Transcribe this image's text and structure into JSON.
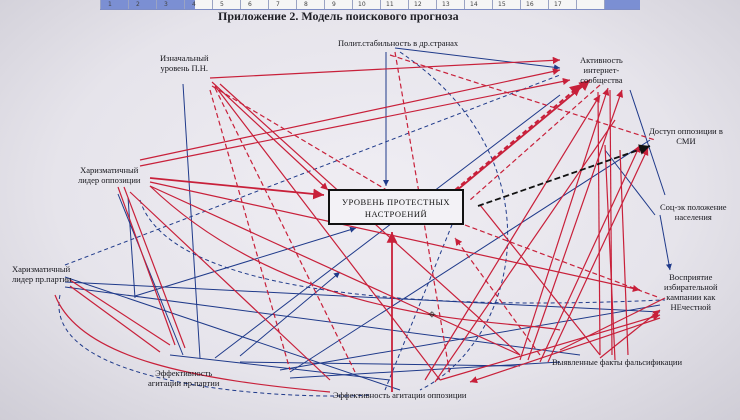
{
  "document": {
    "title": "Приложение 2. Модель поискового прогноза"
  },
  "ruler": {
    "labels": [
      "1",
      "2",
      "3",
      "4",
      "5",
      "6",
      "7",
      "8",
      "9",
      "10",
      "11",
      "12",
      "13",
      "14",
      "15",
      "16",
      "17"
    ]
  },
  "nodes": {
    "initial_level": [
      "Изначальный",
      "уровень П.Н."
    ],
    "polit_stability": "Полит.стабильность в др.странах",
    "internet_activity": [
      "Активность",
      "интернет-",
      "сообщества"
    ],
    "opposition_media": [
      "Доступ оппозиции в",
      "СМИ"
    ],
    "charismatic_opposition": [
      "Харизматичный",
      "лидер оппозиции"
    ],
    "center": [
      "УРОВЕНЬ ПРОТЕСТНЫХ",
      "НАСТРОЕНИЙ"
    ],
    "socio_economic": [
      "Соц-эк положение",
      "населения"
    ],
    "charismatic_party": [
      "Харизматичный",
      "лидер пр.партии"
    ],
    "election_perception": [
      "Восприятие",
      "избирательной",
      "кампании как",
      "НЕчестной"
    ],
    "fraud_facts": "Выявленные факты фальсификации",
    "party_agitation": [
      "Эффективность",
      "агитации пр.партии"
    ],
    "opposition_agitation": "Эффективность агитации оппозиции"
  },
  "colors": {
    "red": "#c8203a",
    "blue": "#1f3a8a",
    "box_border": "#111111"
  }
}
